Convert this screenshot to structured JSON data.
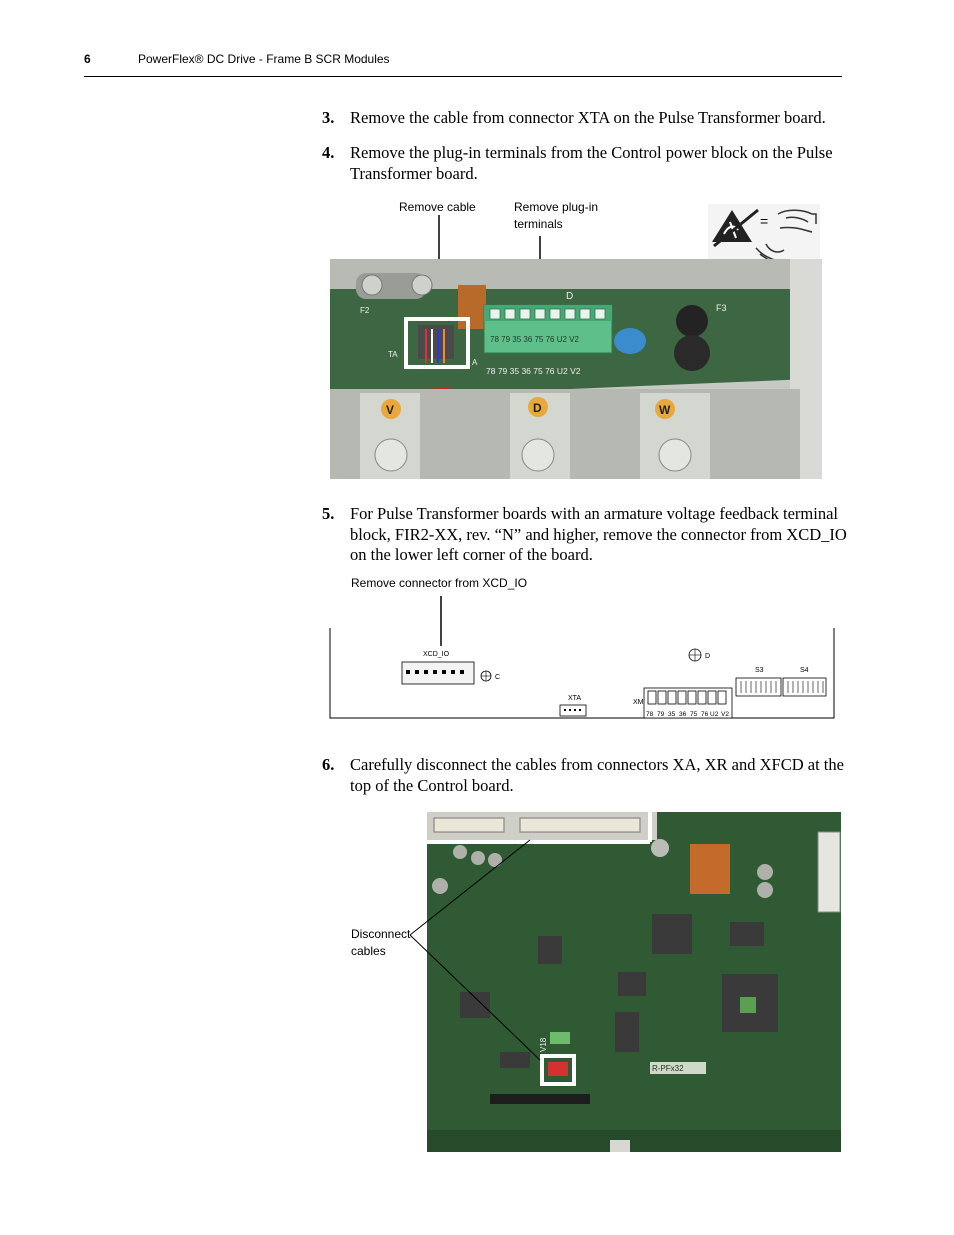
{
  "header": {
    "page_number": "6",
    "title": "PowerFlex® DC Drive - Frame B SCR Modules"
  },
  "steps": [
    {
      "number": "3.",
      "text": "Remove the cable from connector XTA on the Pulse Transformer board."
    },
    {
      "number": "4.",
      "text": "Remove the plug-in terminals from the Control power block on the Pulse Transformer board."
    },
    {
      "number": "5.",
      "text": "For Pulse Transformer boards with an armature voltage feedback terminal block, FIR2-XX, rev. “N” and higher, remove the connector from XCD_IO on the lower left corner of the board."
    },
    {
      "number": "6.",
      "text": "Carefully disconnect the cables from connectors XA, XR and XFCD at the top of the Control board."
    }
  ],
  "figure1": {
    "callout_cable": "Remove cable",
    "callout_terminals_line1": "Remove plug-in",
    "callout_terminals_line2": "terminals",
    "board_marks": [
      "D",
      "F3",
      "F2",
      "TA",
      "A"
    ],
    "terminal_labels_top": "78 79 35 36 75 76 U2 V2",
    "terminal_labels_bottom": "78 79 35 36 75 76 U2 V2",
    "phase_labels": [
      "V",
      "D",
      "W"
    ],
    "esd_symbol": "="
  },
  "figure2": {
    "callout": "Remove connector from XCD_IO",
    "xcd_io_label": "XCD_IO",
    "c_label": "C",
    "d_label": "D",
    "xta_label": "XTA",
    "xm_label": "XM",
    "s3_label": "S3",
    "s4_label": "S4",
    "terminal_labels": [
      "78",
      "79",
      "35",
      "36",
      "75",
      "76",
      "U2",
      "V2"
    ]
  },
  "figure3": {
    "callout_line1": "Disconnect",
    "callout_line2": "cables",
    "board_code": "R-PFx32",
    "v18_label": "V18"
  },
  "colors": {
    "pcb_green": "#2f5a34",
    "terminal_green": "#3fa36a",
    "highlight_white": "#ffffff",
    "phase_label": "#e8a83a"
  }
}
